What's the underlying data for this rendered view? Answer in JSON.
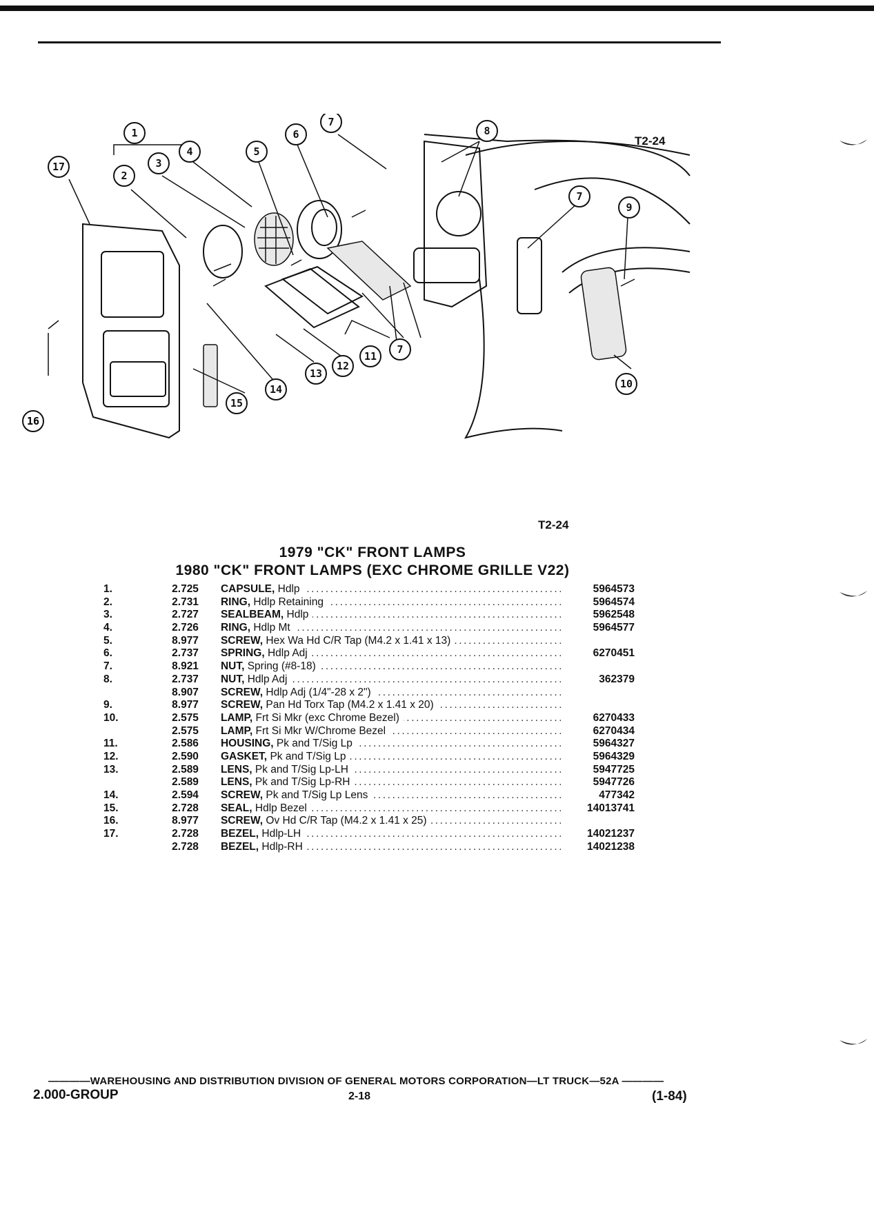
{
  "figure": {
    "code_top": "T2-24",
    "code_bottom": "T2-24",
    "callouts": [
      "1",
      "2",
      "3",
      "4",
      "5",
      "6",
      "7",
      "7",
      "7",
      "8",
      "9",
      "10",
      "11",
      "12",
      "13",
      "14",
      "15",
      "16",
      "17"
    ]
  },
  "titles": {
    "line1": "1979 \"CK\" FRONT LAMPS",
    "line2": "1980 \"CK\" FRONT LAMPS (EXC CHROME GRILLE V22)"
  },
  "parts": [
    {
      "num": "1.",
      "group": "2.725",
      "name": "CAPSULE,",
      "desc": "Hdlp",
      "part_no": "5964573"
    },
    {
      "num": "2.",
      "group": "2.731",
      "name": "RING,",
      "desc": "Hdlp Retaining",
      "part_no": "5964574"
    },
    {
      "num": "3.",
      "group": "2.727",
      "name": "SEALBEAM,",
      "desc": "Hdlp",
      "part_no": "5962548"
    },
    {
      "num": "4.",
      "group": "2.726",
      "name": "RING,",
      "desc": "Hdlp Mt",
      "part_no": "5964577"
    },
    {
      "num": "5.",
      "group": "8.977",
      "name": "SCREW,",
      "desc": "Hex Wa Hd C/R Tap (M4.2 x 1.41 x 13)",
      "part_no": ""
    },
    {
      "num": "6.",
      "group": "2.737",
      "name": "SPRING,",
      "desc": "Hdlp Adj",
      "part_no": "6270451"
    },
    {
      "num": "7.",
      "group": "8.921",
      "name": "NUT,",
      "desc": "Spring (#8-18)",
      "part_no": ""
    },
    {
      "num": "8.",
      "group": "2.737",
      "name": "NUT,",
      "desc": "Hdlp Adj",
      "part_no": "362379"
    },
    {
      "num": "",
      "group": "8.907",
      "name": "SCREW,",
      "desc": "Hdlp Adj (1/4\"-28 x 2\")",
      "part_no": ""
    },
    {
      "num": "9.",
      "group": "8.977",
      "name": "SCREW,",
      "desc": "Pan Hd Torx Tap (M4.2 x 1.41 x 20)",
      "part_no": ""
    },
    {
      "num": "10.",
      "group": "2.575",
      "name": "LAMP,",
      "desc": "Frt Si Mkr (exc Chrome Bezel)",
      "part_no": "6270433"
    },
    {
      "num": "",
      "group": "2.575",
      "name": "LAMP,",
      "desc": "Frt Si Mkr W/Chrome Bezel",
      "part_no": "6270434"
    },
    {
      "num": "11.",
      "group": "2.586",
      "name": "HOUSING,",
      "desc": "Pk and T/Sig Lp",
      "part_no": "5964327"
    },
    {
      "num": "12.",
      "group": "2.590",
      "name": "GASKET,",
      "desc": "Pk and T/Sig Lp",
      "part_no": "5964329"
    },
    {
      "num": "13.",
      "group": "2.589",
      "name": "LENS,",
      "desc": "Pk and T/Sig Lp-LH",
      "part_no": "5947725"
    },
    {
      "num": "",
      "group": "2.589",
      "name": "LENS,",
      "desc": "Pk and T/Sig Lp-RH",
      "part_no": "5947726"
    },
    {
      "num": "14.",
      "group": "2.594",
      "name": "SCREW,",
      "desc": "Pk and T/Sig Lp Lens",
      "part_no": "477342"
    },
    {
      "num": "15.",
      "group": "2.728",
      "name": "SEAL,",
      "desc": "Hdlp Bezel",
      "part_no": "14013741"
    },
    {
      "num": "16.",
      "group": "8.977",
      "name": "SCREW,",
      "desc": "Ov Hd C/R Tap (M4.2 x 1.41 x 25)",
      "part_no": ""
    },
    {
      "num": "17.",
      "group": "2.728",
      "name": "BEZEL,",
      "desc": "Hdlp-LH",
      "part_no": "14021237"
    },
    {
      "num": "",
      "group": "2.728",
      "name": "BEZEL,",
      "desc": "Hdlp-RH",
      "part_no": "14021238"
    }
  ],
  "footer": {
    "line": "————WAREHOUSING AND DISTRIBUTION DIVISION OF GENERAL MOTORS CORPORATION—LT TRUCK—52A ————",
    "group": "2.000-GROUP",
    "page": "2-18",
    "date": "(1-84)"
  }
}
